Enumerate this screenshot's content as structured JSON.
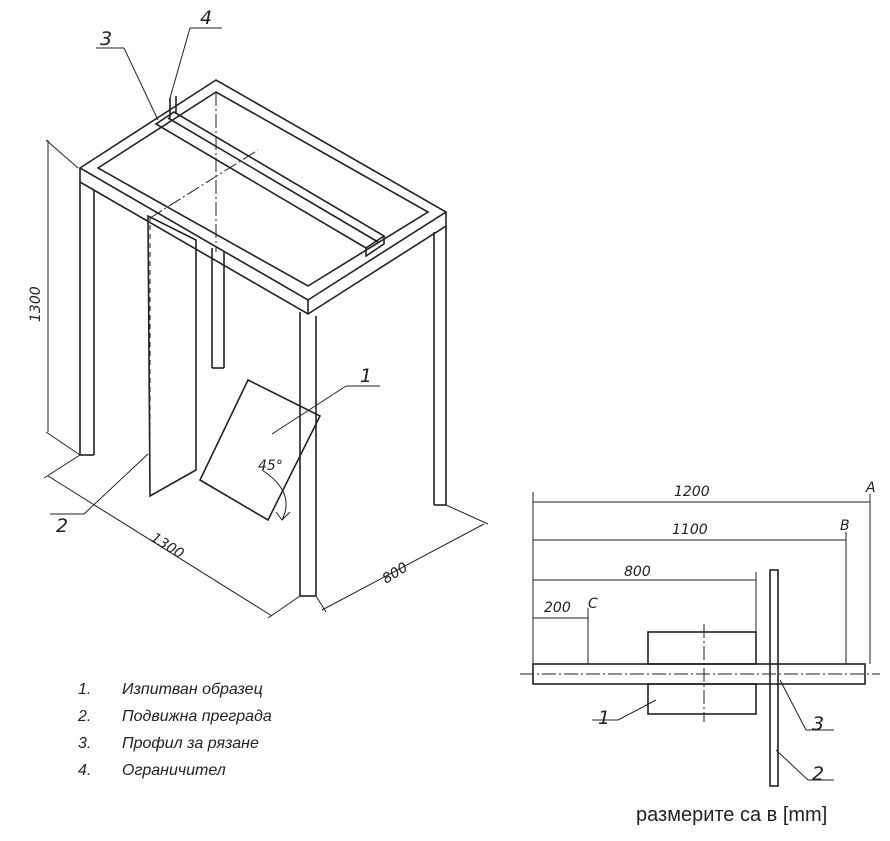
{
  "isometric": {
    "callouts": [
      "1",
      "2",
      "3",
      "4"
    ],
    "dims": {
      "height": "1300",
      "length": "1300",
      "depth": "800",
      "angle": "45°"
    }
  },
  "plan": {
    "dims": [
      {
        "value": "1200",
        "letter": "A"
      },
      {
        "value": "1100",
        "letter": "B"
      },
      {
        "value": "800",
        "letter": ""
      },
      {
        "value": "200",
        "letter": "C"
      }
    ],
    "callouts": [
      "1",
      "3",
      "2"
    ]
  },
  "legend": [
    {
      "num": "1.",
      "text": "Изпитван образец"
    },
    {
      "num": "2.",
      "text": "Подвижна преграда"
    },
    {
      "num": "3.",
      "text": "Профил за рязане"
    },
    {
      "num": "4.",
      "text": "Ограничител"
    }
  ],
  "units_note": "размерите са в [mm]"
}
